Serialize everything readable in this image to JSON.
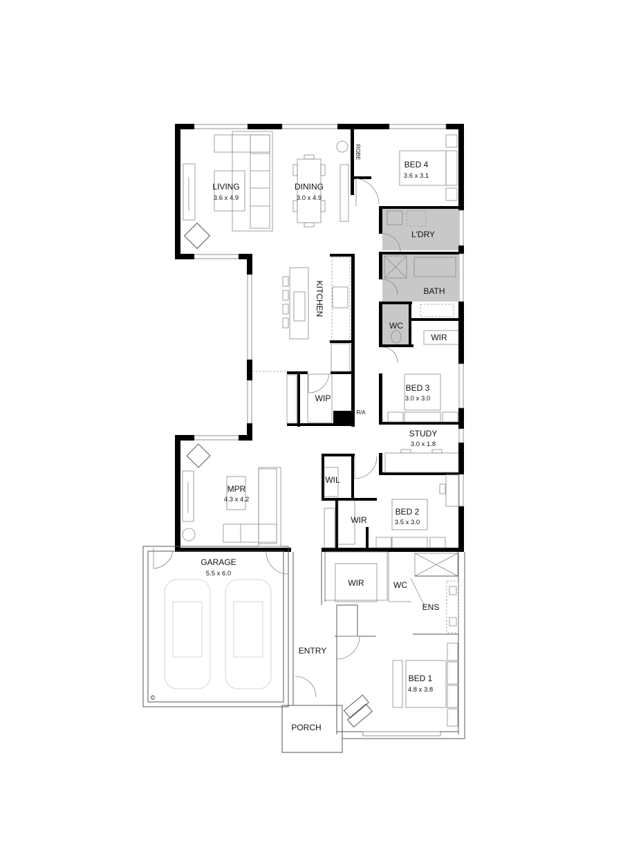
{
  "plan": {
    "rooms": {
      "living": {
        "name": "LIVING",
        "size": "3.6 x 4.9"
      },
      "dining": {
        "name": "DINING",
        "size": "3.0 x 4.9"
      },
      "robe": {
        "name": "ROBE"
      },
      "bed4": {
        "name": "BED 4",
        "size": "3.6 x 3.1"
      },
      "laundry": {
        "name": "L'DRY"
      },
      "bath": {
        "name": "BATH"
      },
      "wc_upper": {
        "name": "WC"
      },
      "wir_bed3": {
        "name": "WIR"
      },
      "bed3": {
        "name": "BED 3",
        "size": "3.0 x 3.0"
      },
      "kitchen": {
        "name": "KITCHEN"
      },
      "wip": {
        "name": "WIP"
      },
      "ra": {
        "name": "R/A"
      },
      "study": {
        "name": "STUDY",
        "size": "3.0 x 1.8"
      },
      "mpr": {
        "name": "MPR",
        "size": "4.3 x 4.2"
      },
      "wil": {
        "name": "WIL"
      },
      "wir_bed2": {
        "name": "WIR"
      },
      "bed2": {
        "name": "BED 2",
        "size": "3.5 x 3.0"
      },
      "garage": {
        "name": "GARAGE",
        "size": "5.5 x 6.0"
      },
      "wir_bed1": {
        "name": "WIR"
      },
      "wc_ens": {
        "name": "WC"
      },
      "ens": {
        "name": "ENS"
      },
      "entry": {
        "name": "ENTRY"
      },
      "bed1": {
        "name": "BED 1",
        "size": "4.8 x 3.8"
      },
      "porch": {
        "name": "PORCH"
      }
    },
    "copyright_symbol": "©",
    "colors": {
      "wall": "#000000",
      "wet_area": "#c8c8c8",
      "background": "#ffffff"
    }
  }
}
